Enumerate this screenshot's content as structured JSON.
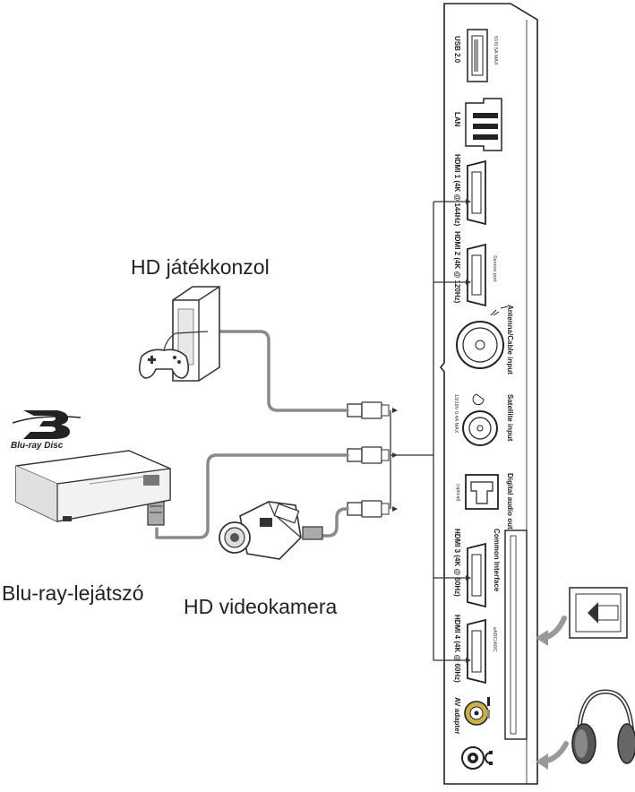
{
  "devices": {
    "game_console": "HD játékkonzol",
    "bluray_player": "Blu-ray-lejátszó",
    "camcorder": "HD videokamera",
    "bluray_logo_text": "Blu-ray Disc"
  },
  "panel": {
    "usb_label": "USB 2.0",
    "usb_spec": "5V/0.5A MAX",
    "lan_label": "LAN",
    "hdmi1_label": "HDMI 1 (4K @ 144Hz)",
    "hdmi2_label": "HDMI 2 (4K @ 120Hz)",
    "hdmi2_sub": "Service port",
    "antenna_label": "Antenna/Cable input",
    "satellite_label": "Satellite input",
    "satellite_spec": "13/18V 0.4A MAX",
    "digital_audio_label": "Digital audio out",
    "digital_audio_sub": "(optical)",
    "hdmi3_label": "HDMI 3 (4K @ 60Hz)",
    "common_interface_label": "Common Interface",
    "hdmi4_label": "HDMI 4 (4K @ 60Hz)",
    "hdmi4_sub": "eARC/ARC",
    "av_label": "AV adapter"
  },
  "colors": {
    "line": "#333333",
    "cable": "#8a8a8a",
    "panel_fill": "#ffffff",
    "av_jack": "#c9b24a"
  }
}
